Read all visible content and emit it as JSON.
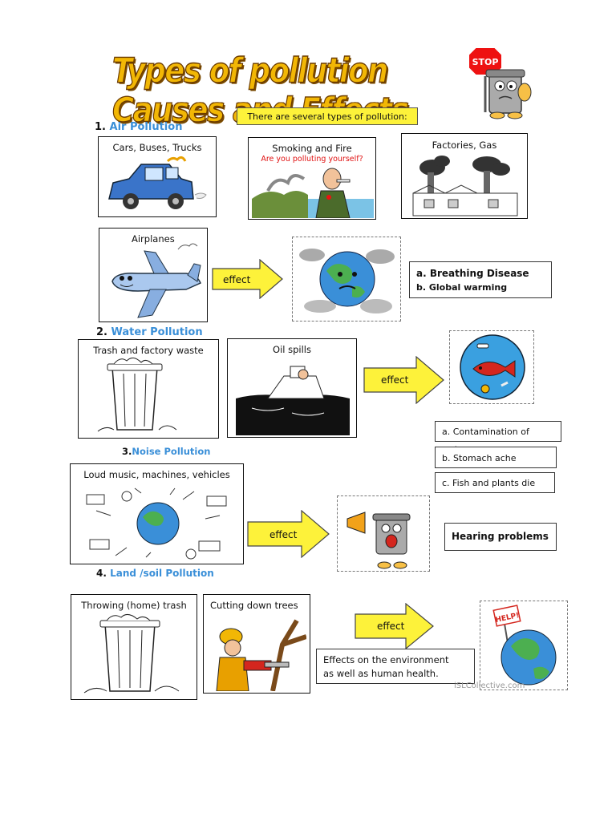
{
  "title": "Types of pollution  Causes and Effects",
  "intro_note": "There are several types of pollution:",
  "stop_sign": "STOP",
  "help_sign": "HELP!",
  "sections": {
    "air": {
      "num": "1.",
      "label": "Air Pollution"
    },
    "water": {
      "num": "2.",
      "label": "Water Pollution"
    },
    "noise": {
      "num": "3.",
      "label": "Noise Pollution"
    },
    "land": {
      "num": "4.",
      "label": "Land /soil  Pollution"
    }
  },
  "air_causes": {
    "cars": "Cars, Buses, Trucks",
    "smoking": "Smoking and Fire",
    "smoking_sub": "Are you polluting yourself?",
    "factories": "Factories, Gas",
    "airplanes": "Airplanes"
  },
  "air_effects": [
    "a. Breathing Disease",
    "b. Global warming"
  ],
  "water_causes": {
    "trash": "Trash and factory waste",
    "oil": "Oil spills"
  },
  "water_effects": [
    "a. Contamination of water",
    "b.  Stomach ache",
    "c.  Fish and plants die"
  ],
  "noise_causes": {
    "loud": "Loud music, machines, vehicles"
  },
  "noise_effects": [
    "Hearing problems"
  ],
  "land_causes": {
    "throwing": "Throwing (home) trash",
    "trees": "Cutting down trees"
  },
  "land_effects": [
    "Effects on the environment",
    "as well as human health."
  ],
  "arrow_label": "effect",
  "watermark": "iSLCollective.com",
  "colors": {
    "title_fill": "#f2b705",
    "section_blue": "#3a8fd8",
    "note_yellow": "#fdf23a",
    "arrow_yellow": "#fdf23a"
  }
}
